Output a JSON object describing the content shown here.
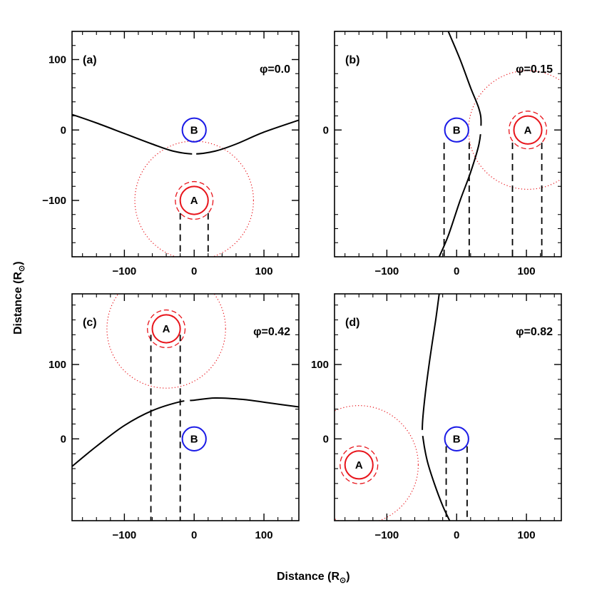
{
  "axis_titles": {
    "x": "Distance (R",
    "y": "Distance (R",
    "subscript": "⊙",
    "close": ")"
  },
  "chart_data": [
    {
      "type": "scatter",
      "panel_label": "(a)",
      "phase_label": "φ=0.0",
      "xlim": [
        -175,
        150
      ],
      "ylim": [
        -180,
        140
      ],
      "xticks": [
        -100,
        0,
        100
      ],
      "yticks": [
        -100,
        0,
        100
      ],
      "show_xtick_labels": true,
      "show_ytick_labels": true,
      "star_A": {
        "label": "A",
        "x": 0,
        "y": -100,
        "r": 20,
        "r_outer": 27,
        "r_roche": 85
      },
      "star_B": {
        "label": "B",
        "x": 0,
        "y": 0,
        "r": 17
      },
      "curve": [
        [
          -175,
          22
        ],
        [
          -140,
          10
        ],
        [
          -100,
          -5
        ],
        [
          -60,
          -20
        ],
        [
          -30,
          -30
        ],
        [
          0,
          -34
        ],
        [
          30,
          -30
        ],
        [
          60,
          -20
        ],
        [
          100,
          -3
        ],
        [
          150,
          14
        ]
      ],
      "curve_gap": [
        [
          -3,
          -34
        ],
        [
          3,
          -34
        ]
      ],
      "dashed_lines": [
        {
          "x": -20,
          "y_top": -118
        },
        {
          "x": 20,
          "y_top": -118
        }
      ]
    },
    {
      "type": "scatter",
      "panel_label": "(b)",
      "phase_label": "φ=0.15",
      "xlim": [
        -175,
        150
      ],
      "ylim": [
        -180,
        140
      ],
      "xticks": [
        -100,
        0,
        100
      ],
      "yticks": [
        0
      ],
      "show_xtick_labels": true,
      "show_ytick_labels": true,
      "star_A": {
        "label": "A",
        "x": 102,
        "y": 0,
        "r": 20,
        "r_outer": 27,
        "r_roche": 85
      },
      "star_B": {
        "label": "B",
        "x": 0,
        "y": 0,
        "r": 17
      },
      "curve": [
        [
          -12,
          140
        ],
        [
          5,
          100
        ],
        [
          20,
          60
        ],
        [
          32,
          30
        ],
        [
          35,
          10
        ],
        [
          32,
          -20
        ],
        [
          20,
          -60
        ],
        [
          5,
          -100
        ],
        [
          -12,
          -150
        ],
        [
          -25,
          -180
        ]
      ],
      "curve_gap": [
        [
          34,
          6
        ],
        [
          34,
          -6
        ]
      ],
      "dashed_lines": [
        {
          "x": -18,
          "y_top": -18
        },
        {
          "x": 18,
          "y_top": -18
        },
        {
          "x": 80,
          "y_top": -18
        },
        {
          "x": 122,
          "y_top": -18
        }
      ]
    },
    {
      "type": "scatter",
      "panel_label": "(c)",
      "phase_label": "φ=0.42",
      "xlim": [
        -175,
        150
      ],
      "ylim": [
        -110,
        195
      ],
      "xticks": [
        -100,
        0,
        100
      ],
      "yticks": [
        0,
        100
      ],
      "show_xtick_labels": true,
      "show_ytick_labels": true,
      "star_A": {
        "label": "A",
        "x": -40,
        "y": 148,
        "r": 20,
        "r_outer": 27,
        "r_roche": 85
      },
      "star_B": {
        "label": "B",
        "x": 0,
        "y": 0,
        "r": 17
      },
      "curve": [
        [
          -175,
          -37
        ],
        [
          -140,
          -10
        ],
        [
          -100,
          18
        ],
        [
          -60,
          38
        ],
        [
          -20,
          50
        ],
        [
          0,
          52
        ],
        [
          30,
          55
        ],
        [
          70,
          53
        ],
        [
          110,
          48
        ],
        [
          150,
          43
        ]
      ],
      "curve_gap": [
        [
          -14,
          50
        ],
        [
          -6,
          51
        ]
      ],
      "dashed_lines": [
        {
          "x": -62,
          "y_top": 140
        },
        {
          "x": -20,
          "y_top": 140
        }
      ]
    },
    {
      "type": "scatter",
      "panel_label": "(d)",
      "phase_label": "φ=0.82",
      "xlim": [
        -175,
        150
      ],
      "ylim": [
        -110,
        195
      ],
      "xticks": [
        -100,
        0,
        100
      ],
      "yticks": [
        0,
        100
      ],
      "show_xtick_labels": true,
      "show_ytick_labels": true,
      "star_A": {
        "label": "A",
        "x": -140,
        "y": -35,
        "r": 20,
        "r_outer": 27,
        "r_roche": 85
      },
      "star_B": {
        "label": "B",
        "x": 0,
        "y": 0,
        "r": 17
      },
      "curve": [
        [
          -25,
          195
        ],
        [
          -30,
          160
        ],
        [
          -38,
          110
        ],
        [
          -45,
          60
        ],
        [
          -49,
          20
        ],
        [
          -48,
          0
        ],
        [
          -42,
          -30
        ],
        [
          -32,
          -60
        ],
        [
          -20,
          -90
        ],
        [
          -10,
          -110
        ]
      ],
      "curve_gap": [
        [
          -49,
          12
        ],
        [
          -49,
          4
        ]
      ],
      "dashed_lines": [
        {
          "x": -15,
          "y_top": -10
        },
        {
          "x": 15,
          "y_top": -10
        }
      ]
    }
  ]
}
